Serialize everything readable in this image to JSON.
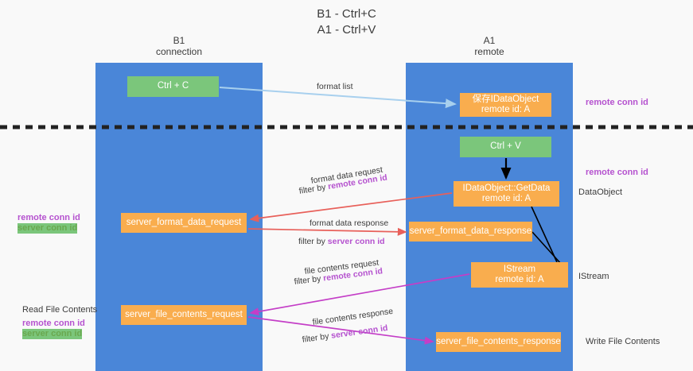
{
  "title": {
    "line1": "B1 - Ctrl+C",
    "line2": "A1 - Ctrl+V"
  },
  "lanes": [
    {
      "id": "b1",
      "name": "B1",
      "role": "connection"
    },
    {
      "id": "a1",
      "name": "A1",
      "role": "remote"
    }
  ],
  "boxes": {
    "ctrl_c": {
      "label": "Ctrl + C",
      "color": "#7bc67b"
    },
    "save_dataobject": {
      "line1": "保存IDataObject",
      "line2": "remote id: A",
      "color": "#f9ad4e"
    },
    "ctrl_v": {
      "label": "Ctrl + V",
      "color": "#7bc67b"
    },
    "get_data": {
      "line1": "IDataObject::GetData",
      "line2": "remote id: A",
      "color": "#f9ad4e"
    },
    "server_format_data_response": {
      "label": "server_format_data_response",
      "color": "#f9ad4e"
    },
    "istream": {
      "line1": "IStream",
      "line2": "remote id: A",
      "color": "#f9ad4e"
    },
    "server_format_data_request": {
      "label": "server_format_data_request",
      "color": "#f9ad4e"
    },
    "server_file_contents_request": {
      "label": "server_file_contents_request",
      "color": "#f9ad4e"
    },
    "server_file_contents_response": {
      "label": "server_file_contents_response",
      "color": "#f9ad4e"
    }
  },
  "flow_labels": {
    "format_list": "format list",
    "format_data_request": "format data request",
    "format_data_request_filter_prefix": "filter by ",
    "format_data_request_filter_key": "remote conn id",
    "format_data_response": "format data response",
    "format_data_response_filter_prefix": "filter by ",
    "format_data_response_filter_key": "server conn id",
    "file_contents_request": "file contents request",
    "file_contents_request_filter_prefix": "filter by ",
    "file_contents_request_filter_key": "remote conn id",
    "file_contents_response": "file contents response",
    "file_contents_response_filter_prefix": "filter by ",
    "file_contents_response_filter_key": "server conn id"
  },
  "side_notes": {
    "right_remote_conn_id_top": "remote conn id",
    "right_remote_conn_id_mid": "remote conn id",
    "right_dataobject": "DataObject",
    "right_istream": "IStream",
    "right_write_file_contents": "Write File Contents",
    "left_remote_conn_id": "remote conn id",
    "left_server_conn_id": "server conn id",
    "left_read_file_contents": "Read File Contents",
    "left_remote_conn_id_2": "remote conn id",
    "left_server_conn_id_2": "server conn id"
  },
  "colors": {
    "lane": "#4a86d8",
    "green_box": "#7bc67b",
    "orange_box": "#f9ad4e",
    "purple_text": "#b552cf",
    "green_text": "#6aa84f",
    "red_arrow": "#e8605a",
    "magenta_arrow": "#c43ec7",
    "blue_arrow": "#a8d0ee",
    "black_arrow": "#000000",
    "background": "#f9f9f9"
  }
}
